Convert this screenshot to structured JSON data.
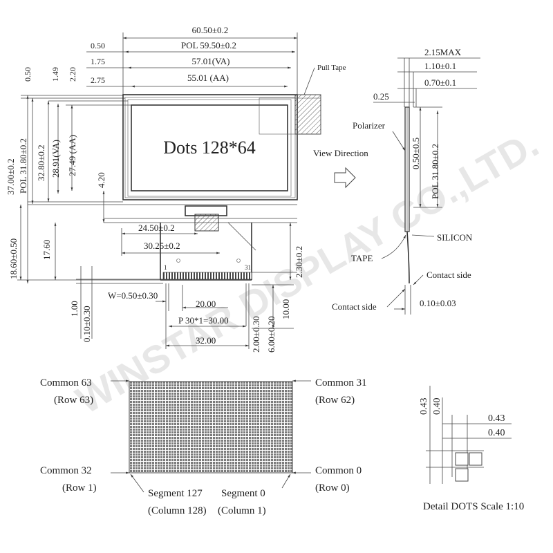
{
  "watermark": "WINSTAR DISPLAY CO.,LTD.",
  "front_view": {
    "dim_width_total": "60.50±0.2",
    "dim_pol_width": "POL 59.50±0.2",
    "dim_va_width": "57.01(VA)",
    "dim_aa_width": "55.01 (AA)",
    "left_offsets": [
      "0.50",
      "1.75",
      "2.75"
    ],
    "top_offsets": [
      "0.50",
      "1.49",
      "2.20"
    ],
    "dim_height_total": "37.00±0.2",
    "dim_pol_height": "POL 31.80±0.2",
    "dim_h_328": "32.80±0.2",
    "dim_va_height": "28.91(VA)",
    "dim_aa_height": "27.49 (AA)",
    "dim_420": "4.20",
    "display_label": "Dots 128*64",
    "pull_tape": "Pull Tape",
    "dim_2450": "24.50±0.2",
    "dim_3025": "30.25±0.2",
    "dim_1860": "18.60±0.50",
    "dim_1760": "17.60",
    "dim_230": "2.30±0.2",
    "pin_first": "1",
    "pin_last": "31",
    "dim_w": "W=0.50±0.30",
    "dim_2000": "20.00",
    "dim_pitch": "P 30*1=30.00",
    "dim_3200": "32.00",
    "dim_100": "1.00",
    "dim_010": "0.10±0.30",
    "dim_200": "2.00±0.30",
    "dim_600": "6.00±0.20",
    "dim_1000": "10.00"
  },
  "side_view": {
    "dim_215": "2.15MAX",
    "dim_110": "1.10±0.1",
    "dim_070": "0.70±0.1",
    "dim_025": "0.25",
    "polarizer": "Polarizer",
    "view_direction": "View Direction",
    "dim_050": "0.50±0.5",
    "dim_pol": "POL 31.80±0.2",
    "silicon": "SILICON",
    "tape": "TAPE",
    "contact_side_1": "Contact side",
    "contact_side_2": "Contact side",
    "dim_010": "0.10±0.03"
  },
  "pixel_map": {
    "tl_line1": "Common 63",
    "tl_line2": "(Row 63)",
    "tr_line1": "Common 31",
    "tr_line2": "(Row 62)",
    "bl_line1": "Common 32",
    "bl_line2": "(Row 1)",
    "br_line1": "Common 0",
    "br_line2": "(Row 0)",
    "seg127_line1": "Segment 127",
    "seg127_line2": "(Column 128)",
    "seg0_line1": "Segment 0",
    "seg0_line2": "(Column 1)"
  },
  "detail_dots": {
    "dim_043_v": "0.43",
    "dim_040_v": "0.40",
    "dim_043_h": "0.43",
    "dim_040_h": "0.40",
    "caption": "Detail DOTS  Scale 1:10"
  }
}
